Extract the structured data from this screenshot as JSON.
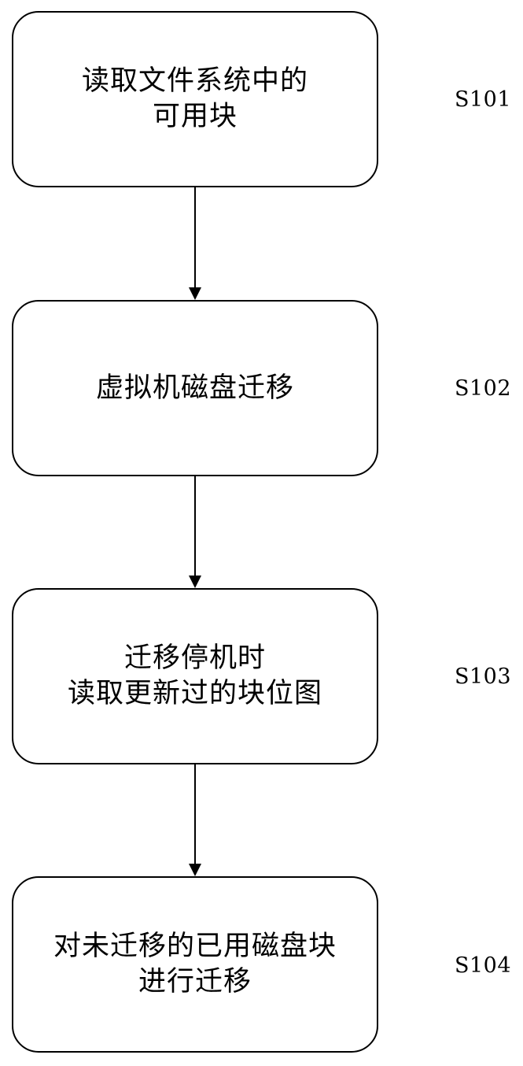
{
  "steps": [
    {
      "lines": [
        "读取文件系统中的",
        "可用块"
      ],
      "code": "S101"
    },
    {
      "lines": [
        "虚拟机磁盘迁移"
      ],
      "code": "S102"
    },
    {
      "lines": [
        "迁移停机时",
        "读取更新过的块位图"
      ],
      "code": "S103"
    },
    {
      "lines": [
        "对未迁移的已用磁盘块",
        "进行迁移"
      ],
      "code": "S104"
    }
  ]
}
